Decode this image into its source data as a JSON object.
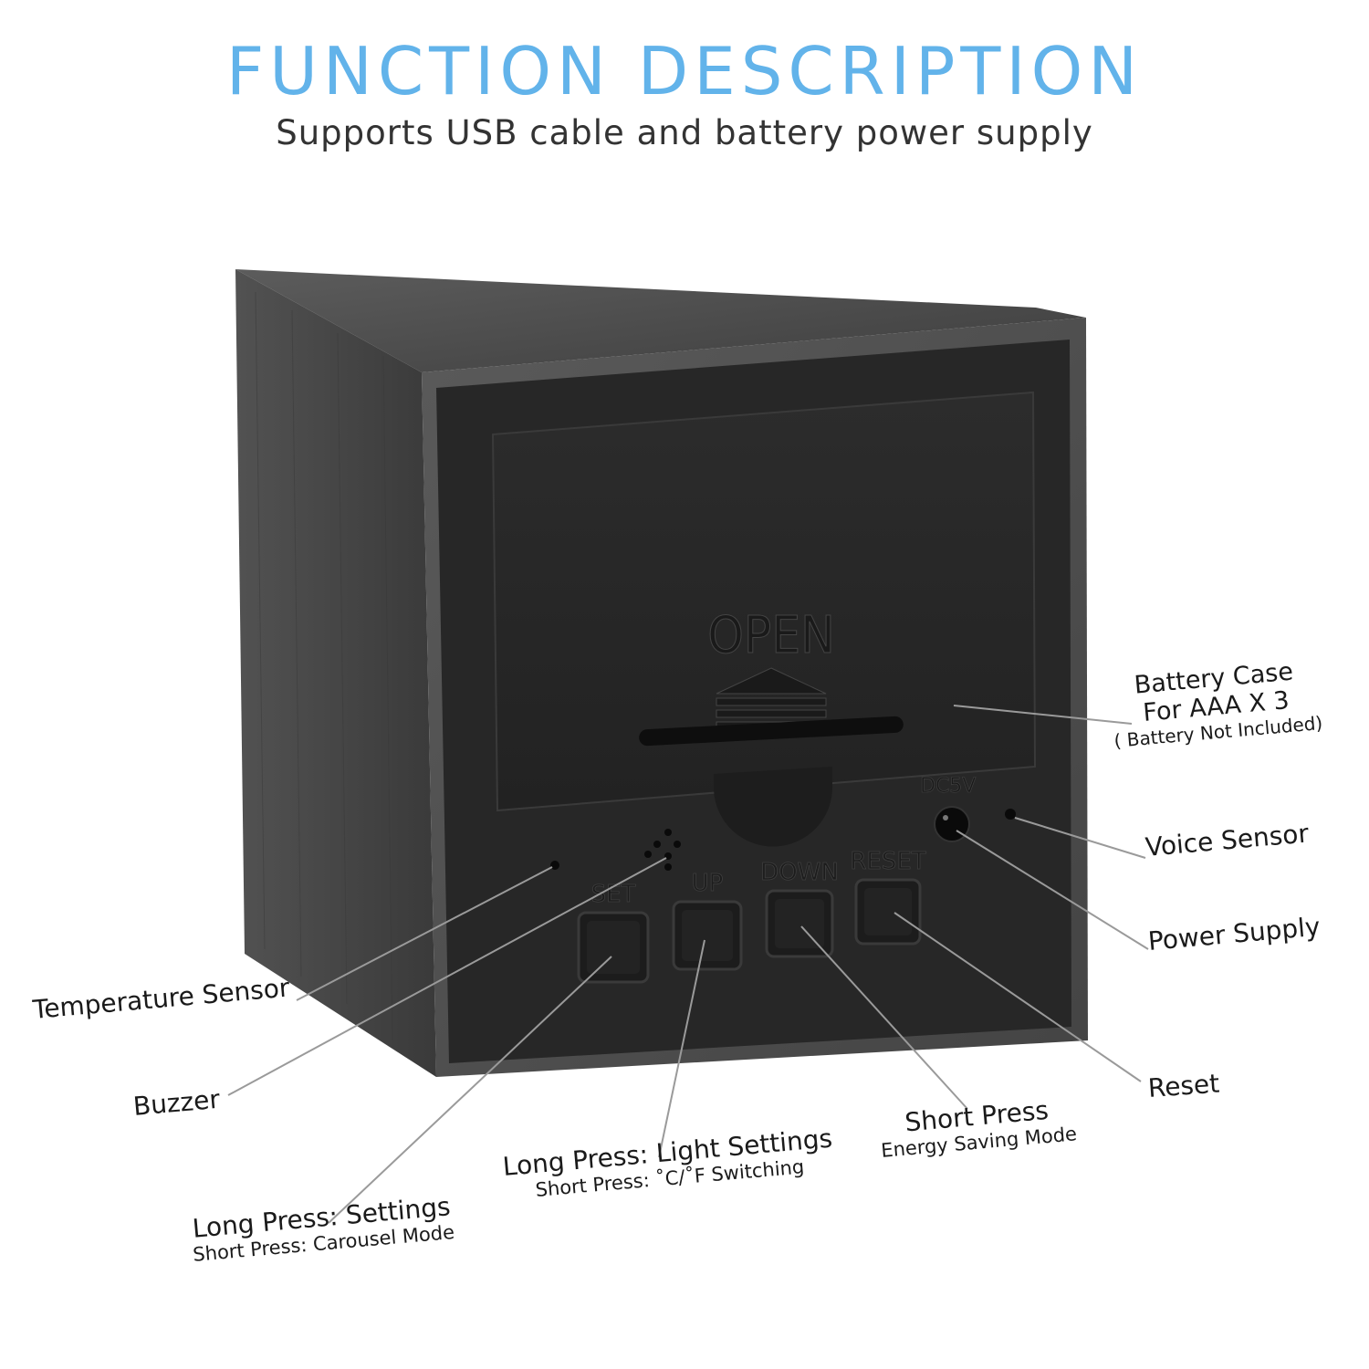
{
  "header": {
    "title": "FUNCTION  DESCRIPTION",
    "subtitle": "Supports USB cable and battery power supply"
  },
  "device": {
    "cover_text": "OPEN",
    "jack_label": "DC5V",
    "buttons": [
      "SET",
      "UP",
      "DOWN",
      "RESET"
    ]
  },
  "callouts": {
    "battery_case": {
      "line1": "Battery Case",
      "line2": "For AAA X 3",
      "note": "( Battery Not Included)"
    },
    "voice_sensor": "Voice Sensor",
    "power_supply": "Power Supply",
    "reset": "Reset",
    "temperature_sensor": "Temperature Sensor",
    "buzzer": "Buzzer",
    "set_button": {
      "main": "Long Press: Settings",
      "sub": "Short Press: Carousel Mode"
    },
    "up_button": {
      "main": "Long Press: Light Settings",
      "sub": "Short Press: ˚C/˚F Switching"
    },
    "down_button": {
      "main": "Short Press",
      "sub": "Energy Saving Mode"
    }
  },
  "colors": {
    "title": "#62b3ea",
    "subtitle": "#333333",
    "wood_side": "#4a4a4a",
    "wood_top": "#5a5a5a",
    "panel": "#262626",
    "leader_line": "#9a9a9a"
  }
}
